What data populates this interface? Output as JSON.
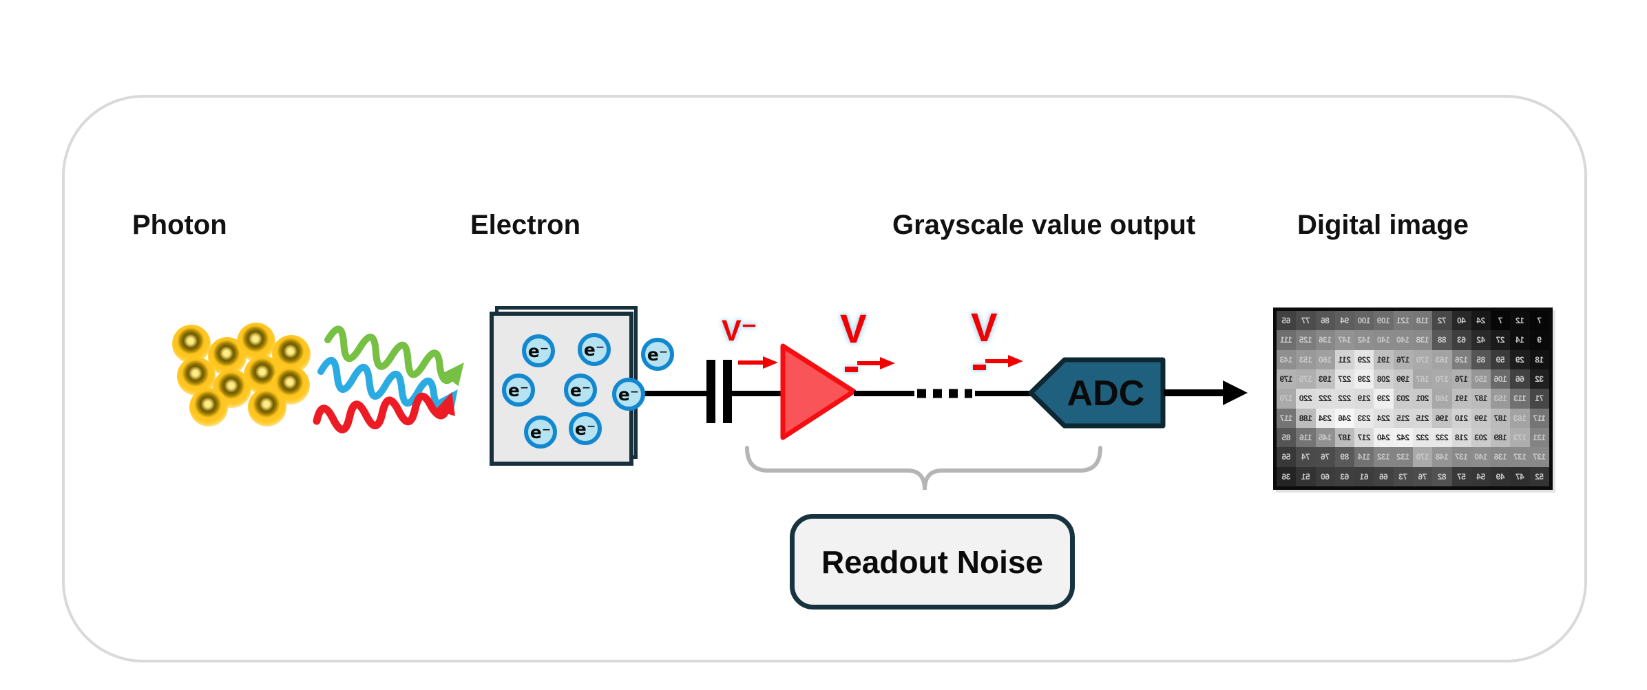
{
  "labels": {
    "photon": "Photon",
    "electron": "Electron",
    "grayscale_output": "Grayscale value output",
    "digital_image": "Digital image"
  },
  "electron_symbol": "e⁻",
  "voltage_labels": {
    "v_in": "V⁻",
    "v_amp": "V",
    "v_amp_sub": "-",
    "v_chain": "V",
    "v_chain_sub": "-"
  },
  "adc_label": "ADC",
  "readout_noise_label": "Readout Noise",
  "colors": {
    "photon_yellow": "#ffc41e",
    "wave_green": "#76c043",
    "wave_blue": "#2aabe2",
    "wave_red": "#ed1c24",
    "electron_fill": "#b6e3f2",
    "electron_border": "#1488cf",
    "box_border": "#17303c",
    "amplifier_fill": "#f95457",
    "amplifier_stroke": "#f60d12",
    "voltage_red": "#f20000",
    "adc_fill": "#20607f",
    "adc_border": "#0d2733",
    "brace_gray": "#b5b5b5",
    "panel_border": "#d9d9d9",
    "wire_black": "#000000"
  },
  "digital_image": {
    "mirrored": true,
    "rows": 9,
    "cols": 14,
    "values": [
      [
        7,
        12,
        7,
        24,
        40,
        72,
        118,
        121,
        109,
        100,
        94,
        86,
        77,
        65
      ],
      [
        9,
        14,
        27,
        42,
        63,
        88,
        138,
        140,
        140,
        142,
        147,
        136,
        125,
        111
      ],
      [
        18,
        29,
        59,
        85,
        126,
        163,
        170,
        176,
        191,
        229,
        211,
        160,
        153,
        143
      ],
      [
        32,
        66,
        106,
        150,
        176,
        170,
        167,
        199,
        208,
        239,
        227,
        193,
        175,
        179
      ],
      [
        71,
        113,
        153,
        187,
        191,
        168,
        201,
        203,
        239,
        219,
        222,
        222,
        220,
        170
      ],
      [
        117,
        163,
        187,
        199,
        210,
        196,
        215,
        215,
        224,
        233,
        246,
        234,
        188,
        117
      ],
      [
        131,
        173,
        189,
        203,
        218,
        232,
        232,
        242,
        240,
        217,
        187,
        145,
        116,
        85
      ],
      [
        137,
        137,
        136,
        140,
        137,
        148,
        170,
        132,
        132,
        114,
        89,
        76,
        74,
        56
      ],
      [
        52,
        47,
        49,
        54,
        57,
        82,
        76,
        73,
        66,
        61,
        63,
        60,
        51,
        36
      ]
    ]
  }
}
